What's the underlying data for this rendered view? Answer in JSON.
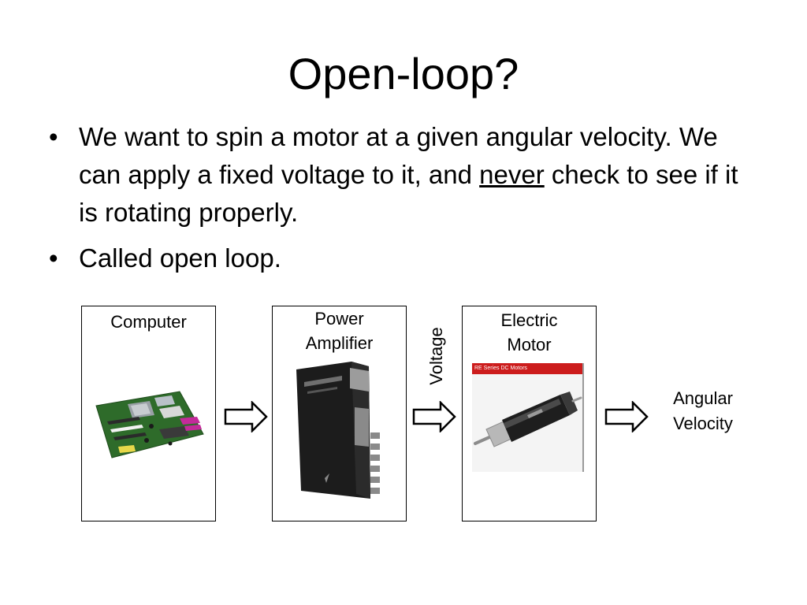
{
  "slide": {
    "title": "Open-loop?",
    "bullets": [
      {
        "marker": "•",
        "before": "We want to spin a motor at a given angular velocity. We can apply a fixed voltage to it, and ",
        "underlined": "never",
        "after": " check to see if it is rotating properly."
      },
      {
        "marker": "•",
        "text": "Called open loop."
      }
    ]
  },
  "diagram": {
    "blocks": [
      {
        "label": "Computer",
        "image_icon": "motherboard-icon"
      },
      {
        "label_line1": "Power",
        "label_line2": "Amplifier",
        "image_icon": "servo-amplifier-icon"
      },
      {
        "label_line1": "Electric",
        "label_line2": "Motor",
        "image_icon": "dc-motor-icon",
        "photo_caption": "RE Series DC Motors"
      }
    ],
    "signal_label": "Voltage",
    "output": {
      "line1": "Angular",
      "line2": "Velocity"
    },
    "arrow_icon": "hollow-right-arrow-icon"
  },
  "colors": {
    "text": "#000000",
    "background": "#ffffff",
    "pcb_green": "#2e6b2a",
    "amplifier_black": "#1c1c1c",
    "motor_banner_red": "#cc1c1c"
  }
}
